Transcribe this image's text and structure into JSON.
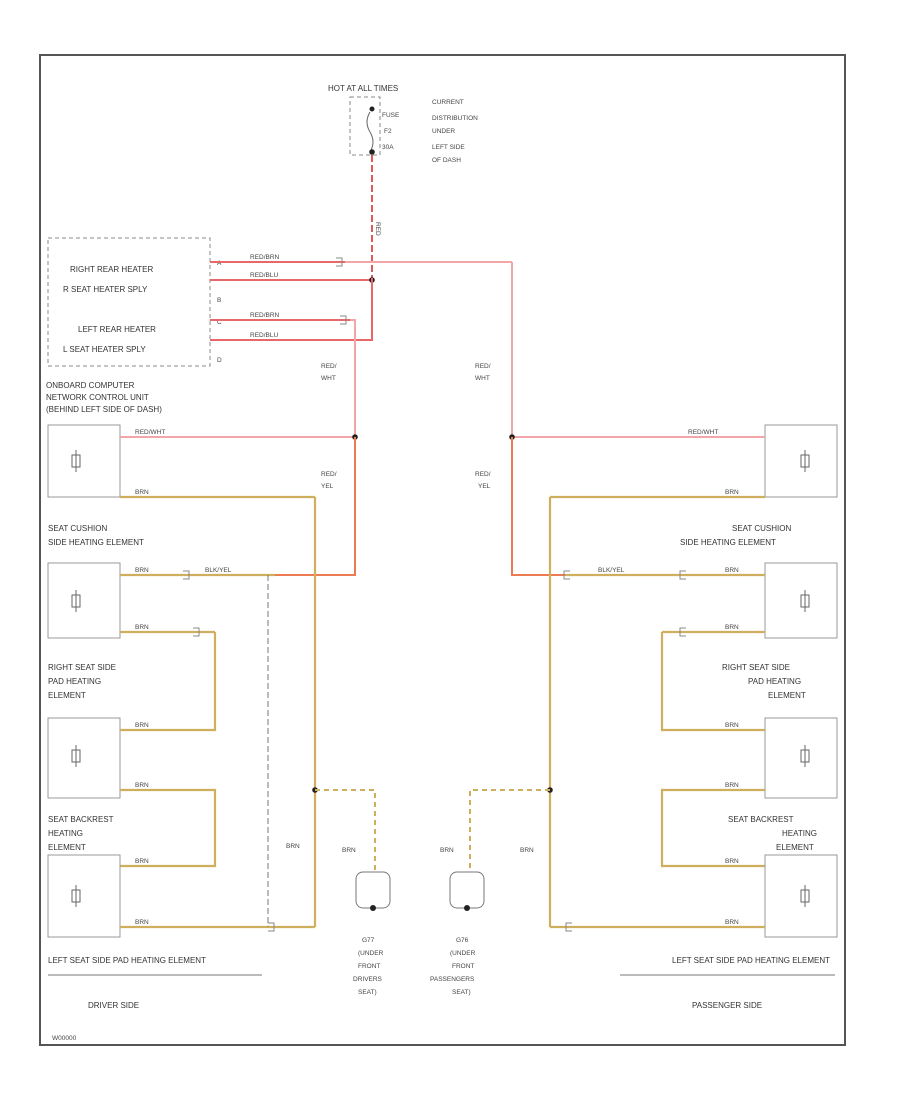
{
  "fuse_block": {
    "title": "HOT AT ALL TIMES",
    "fuse_label": "FUSE",
    "fuse_number": "F2",
    "fuse_rating": "30A",
    "location": [
      "CURRENT",
      "DISTRIBUTION",
      "UNDER",
      "LEFT SIDE",
      "OF DASH"
    ]
  },
  "control_unit": {
    "pins": {
      "right_rear": "RIGHT REAR HEATER",
      "r_supply": "R SEAT HEATER SPLY",
      "left_rear": "LEFT REAR HEATER",
      "l_supply": "L SEAT HEATER SPLY"
    },
    "pin_numbers": [
      "A",
      "B",
      "C",
      "D"
    ],
    "title": [
      "ONBOARD COMPUTER",
      "NETWORK CONTROL UNIT",
      "(BEHIND LEFT SIDE OF DASH)"
    ]
  },
  "wires": {
    "red": "RED",
    "red_brn": "RED/BRN",
    "red_blu": "RED/BLU",
    "red_wht": "RED/WHT",
    "red_wht_stack": [
      "RED/",
      "WHT"
    ],
    "red_yel_stack": [
      "RED/",
      "YEL"
    ],
    "brn": "BRN",
    "blk_yel": "BLK/YEL"
  },
  "driver_components": {
    "cushion": [
      "SEAT CUSHION",
      "SIDE HEATING ELEMENT"
    ],
    "right_pad": [
      "RIGHT SEAT SIDE",
      "PAD HEATING",
      "ELEMENT"
    ],
    "backrest": [
      "SEAT BACKREST",
      "HEATING",
      "ELEMENT"
    ],
    "left_pad": "LEFT SEAT SIDE PAD HEATING ELEMENT",
    "side": "DRIVER SIDE"
  },
  "passenger_components": {
    "cushion": [
      "SEAT CUSHION",
      "SIDE HEATING ELEMENT"
    ],
    "right_pad": [
      "RIGHT SEAT SIDE",
      "PAD HEATING",
      "ELEMENT"
    ],
    "backrest": [
      "SEAT BACKREST",
      "HEATING",
      "ELEMENT"
    ],
    "left_pad": "LEFT SEAT SIDE PAD HEATING ELEMENT",
    "side": "PASSENGER SIDE"
  },
  "grounds": {
    "driver": [
      "G77",
      "(UNDER",
      "FRONT",
      "DRIVERS",
      "SEAT)"
    ],
    "passenger": [
      "G76",
      "(UNDER",
      "FRONT",
      "PASSENGERS",
      "SEAT)"
    ]
  },
  "footer_code": "W00000"
}
